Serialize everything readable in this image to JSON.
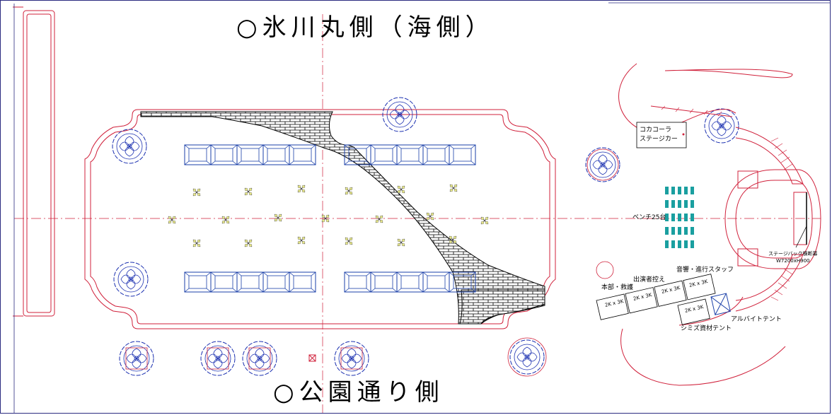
{
  "titles": {
    "top": "○氷川丸側（海側）",
    "bottom": "○公園通り側"
  },
  "labels": {
    "cocacola_line1": "コカコーラ",
    "cocacola_line2": "ステージカー",
    "bench": "ベンチ25台",
    "backdrop_line1": "ステージバック横断幕",
    "backdrop_line2": "W7200xH900",
    "sound_staff": "音響・進行スタッフ",
    "performer_wait": "出演者控え",
    "hq_rescue": "本部・救護",
    "part_time_tent": "アルバイトテント",
    "shimizu_tent": "シミズ資材テント",
    "tent_size": "2K x 3K"
  },
  "tents": [
    {
      "name": "tent-hq-1",
      "text": "2K x 3K"
    },
    {
      "name": "tent-hq-2",
      "text": "2K x 3K"
    },
    {
      "name": "tent-performer",
      "text": "2K x 3K"
    },
    {
      "name": "tent-sound",
      "text": "2K x 3K"
    },
    {
      "name": "tent-shimizu",
      "text": "2K x 3K"
    }
  ],
  "colors": {
    "outline": "#d0213b",
    "booth": "#1a3fa8",
    "bench": "#1a9fa0",
    "tree": "#1a2fb0",
    "frame": "#2a2a80",
    "paving": "#000000"
  }
}
